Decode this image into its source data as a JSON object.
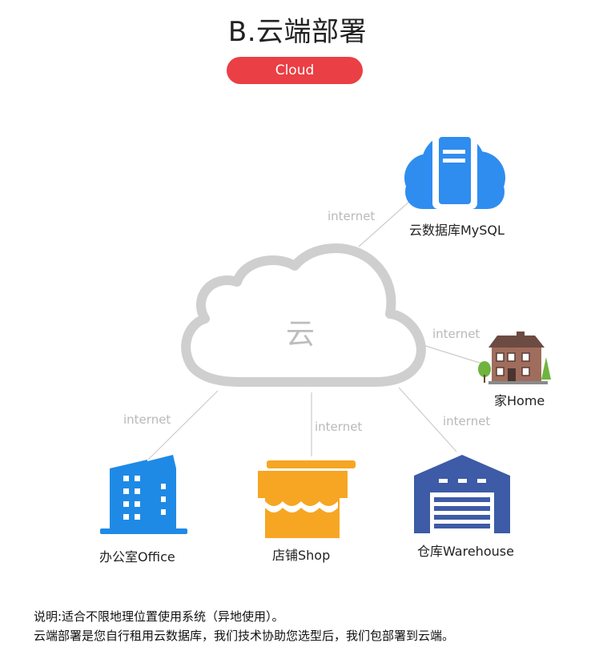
{
  "header": {
    "title": "B.云端部署",
    "badge": "Cloud"
  },
  "diagram": {
    "center_label": "云",
    "nodes": {
      "database": {
        "label": "云数据库MySQL",
        "icon": "cloud-server-icon"
      },
      "home": {
        "label": "家Home",
        "icon": "house-icon"
      },
      "office": {
        "label": "办公室Office",
        "icon": "office-building-icon"
      },
      "shop": {
        "label": "店铺Shop",
        "icon": "shop-awning-icon"
      },
      "warehouse": {
        "label": "仓库Warehouse",
        "icon": "warehouse-icon"
      }
    },
    "link_label": "internet"
  },
  "notes": {
    "line1": "说明:适合不限地理位置使用系统（异地使用）。",
    "line2": "云端部署是您自行租用云数据库，我们技术协助您选型后，我们包部署到云端。"
  },
  "colors": {
    "badge": "#ea3f44",
    "cloud_outline": "#cfcfcf",
    "db_blue": "#2f8df0",
    "office_blue": "#1e8ae6",
    "shop_orange": "#f6a623",
    "warehouse_navy": "#3d5ba6",
    "house_brown": "#9b6a5a",
    "link_line": "#cccccc",
    "link_text": "#b9b9b9"
  }
}
